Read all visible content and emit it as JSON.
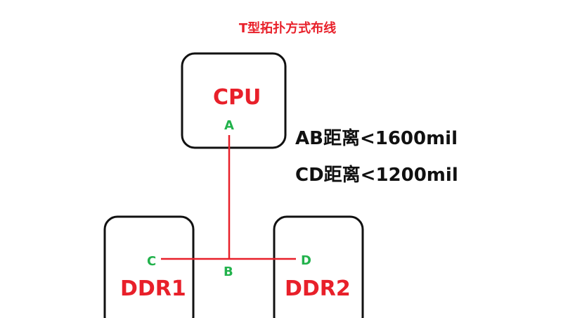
{
  "title": "T型拓扑方式布线",
  "components": {
    "cpu": "CPU",
    "ddr1": "DDR1",
    "ddr2": "DDR2"
  },
  "points": {
    "a": "A",
    "b": "B",
    "c": "C",
    "d": "D"
  },
  "notes": {
    "ab": "AB距离<1600mil",
    "cd": "CD距离<1200mil"
  },
  "colors": {
    "title": "#e8202a",
    "component_label": "#e8202a",
    "trace": "#e8202a",
    "point_label": "#22b24c",
    "box_border": "#111111",
    "note_text": "#111111"
  }
}
